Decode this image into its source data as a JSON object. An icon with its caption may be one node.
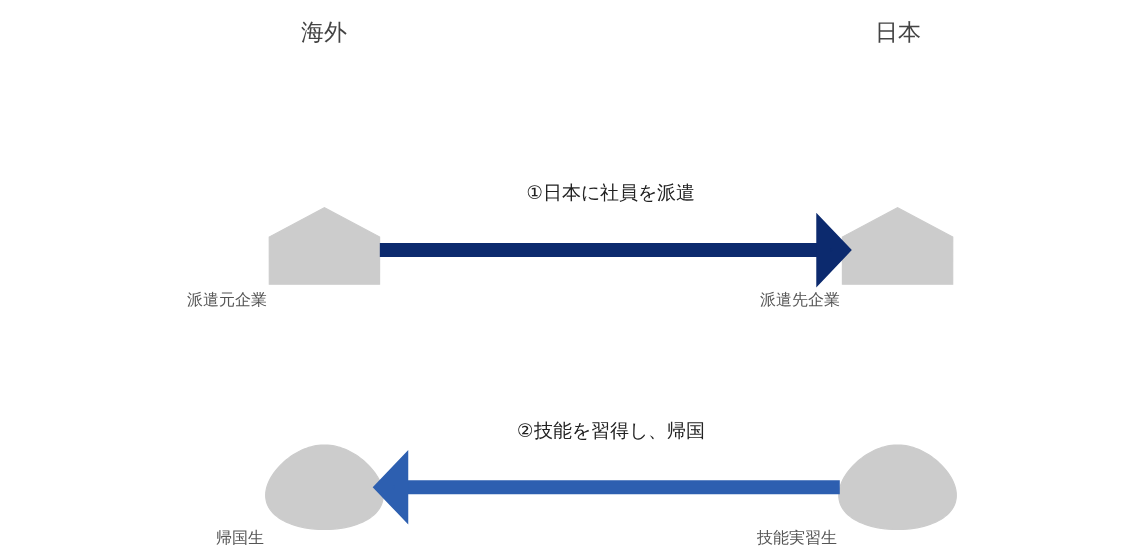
{
  "diagram": {
    "nodes": [
      {
        "text": [],
        "shape": "factory",
        "beside": [
          "派遣元企業"
        ]
      },
      {
        "text": [],
        "shape": "factory",
        "beside": [
          "派遣先企業"
        ]
      },
      {
        "text": [],
        "shape": "person",
        "beside": [
          "帰国生"
        ]
      },
      {
        "text": [],
        "shape": "person",
        "beside": [
          "技能実習生"
        ]
      }
    ],
    "edges": [
      {
        "from": 0,
        "to": 1,
        "arrow": "to",
        "label": "①日本に社員を派遣",
        "color": "#0c2a6e"
      },
      {
        "from": 3,
        "to": 2,
        "arrow": "to",
        "label": "②技能を習得し、帰国",
        "color": "#2d5fb0"
      }
    ],
    "labels": [
      "海外",
      "日本"
    ]
  }
}
